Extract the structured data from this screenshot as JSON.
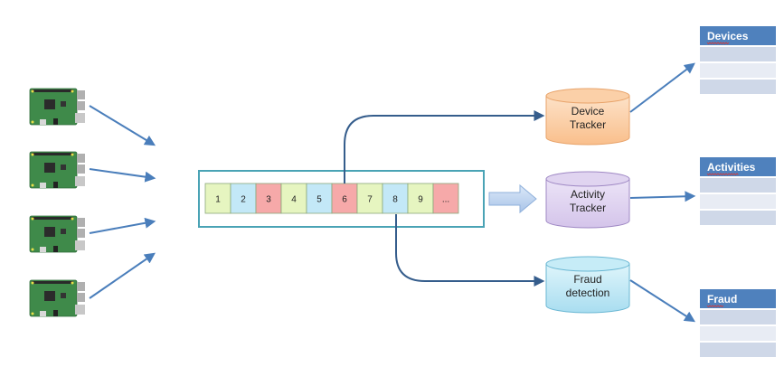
{
  "diagram": {
    "title": "",
    "sources": [
      {
        "label": "",
        "icon": "raspberry-pi-board-icon"
      },
      {
        "label": "",
        "icon": "raspberry-pi-board-icon"
      },
      {
        "label": "",
        "icon": "raspberry-pi-board-icon"
      },
      {
        "label": "",
        "icon": "raspberry-pi-board-icon"
      }
    ],
    "queue": {
      "cells": [
        {
          "label": "1",
          "color": "#e6f5c0"
        },
        {
          "label": "2",
          "color": "#c3e8f7"
        },
        {
          "label": "3",
          "color": "#f6a9a9"
        },
        {
          "label": "4",
          "color": "#e6f5c0"
        },
        {
          "label": "5",
          "color": "#c3e8f7"
        },
        {
          "label": "6",
          "color": "#f6a9a9"
        },
        {
          "label": "7",
          "color": "#e6f5c0"
        },
        {
          "label": "8",
          "color": "#c3e8f7"
        },
        {
          "label": "9",
          "color": "#e6f5c0"
        },
        {
          "label": "...",
          "color": "#f6a9a9"
        }
      ],
      "border_color": "#4aa3b5"
    },
    "processors": [
      {
        "line1": "Device",
        "line2": "Tracker",
        "color": "#fbd0a8",
        "stroke": "#e8a36a"
      },
      {
        "line1": "Activity",
        "line2": "Tracker",
        "color": "#e0d4f0",
        "stroke": "#9f88c4"
      },
      {
        "line1": "Fraud",
        "line2": "detection",
        "color": "#c6ecf7",
        "stroke": "#6ab7d3"
      }
    ],
    "tables": [
      {
        "header": "Devices",
        "rows": 3
      },
      {
        "header": "Activities",
        "rows": 3
      },
      {
        "header": "Fraud",
        "rows": 3
      }
    ],
    "colors": {
      "arrow": "#4a7ebb",
      "connector": "#355d8c",
      "table_header": "#4f81bd",
      "table_row_dark": "#cfd8e8",
      "table_row_light": "#e8ecf4"
    }
  }
}
